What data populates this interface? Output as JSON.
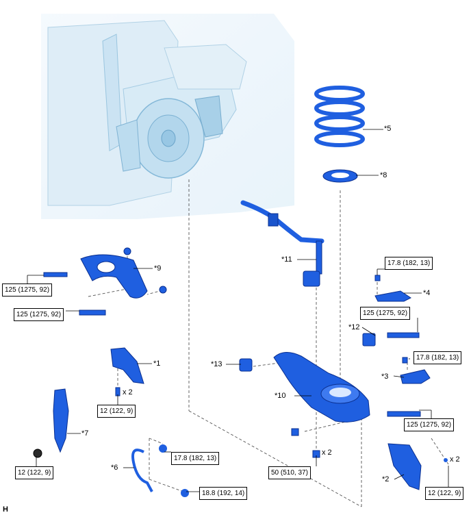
{
  "callouts": {
    "p1": "*1",
    "p2": "*2",
    "p3": "*3",
    "p4": "*4",
    "p5": "*5",
    "p6": "*6",
    "p7": "*7",
    "p8": "*8",
    "p9": "*9",
    "p10": "*10",
    "p11": "*11",
    "p12": "*12",
    "p13": "*13"
  },
  "torques": {
    "t_upper_arm_front": "125 (1275, 92)",
    "t_upper_arm_rear": "125 (1275, 92)",
    "t_p4": "17.8 (182, 13)",
    "t_p12": "125 (1275, 92)",
    "t_p3": "17.8 (182, 13)",
    "t_p1": "12 (122, 9)",
    "t_lower_arm": "125 (1275, 92)",
    "t_p7": "12 (122, 9)",
    "t_p6_top": "17.8 (182, 13)",
    "t_p6_bottom": "18.8 (192, 14)",
    "t_stabilizer_link": "50 (510, 37)",
    "t_p2": "12 (122, 9)"
  },
  "quantities": {
    "q_p1": "x 2",
    "q_link": "x 2",
    "q_p2": "x 2"
  },
  "corner_mark": "H",
  "colors": {
    "part_blue": "#1f5fe0",
    "part_dark": "#0a2f8f",
    "ghost_blue": "#b9dcf0"
  }
}
